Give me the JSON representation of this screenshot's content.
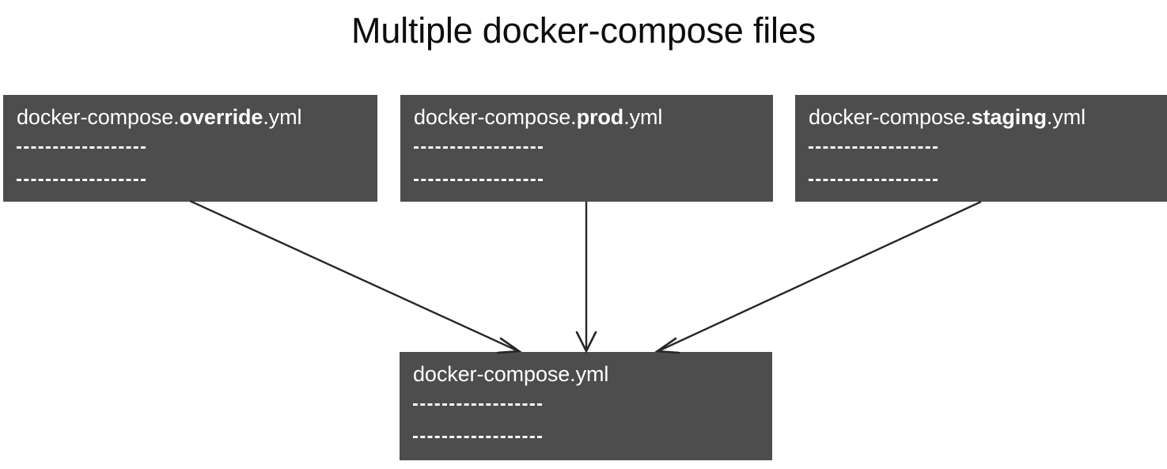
{
  "diagram": {
    "title": "Multiple docker-compose files",
    "background_color": "#ffffff",
    "box_color": "#4d4d4d",
    "box_text_color": "#ffffff",
    "arrow_color": "#262626",
    "title_color": "#0d0d0d"
  },
  "boxes": {
    "override": {
      "prefix": "docker-compose.",
      "emphasis": "override",
      "suffix": ".yml",
      "full_text": "docker-compose.override.yml",
      "line1": "------------",
      "line2": "------------"
    },
    "prod": {
      "prefix": "docker-compose.",
      "emphasis": "prod",
      "suffix": ".yml",
      "full_text": "docker-compose.prod.yml",
      "line1": "------------",
      "line2": "------------"
    },
    "staging": {
      "prefix": "docker-compose.",
      "emphasis": "staging",
      "suffix": ".yml",
      "full_text": "docker-compose.staging.yml",
      "line1": "------------",
      "line2": "------------"
    },
    "base": {
      "prefix": "docker-compose.yml",
      "emphasis": "",
      "suffix": "",
      "full_text": "docker-compose.yml",
      "line1": "------------",
      "line2": "------------"
    }
  },
  "arrows": [
    {
      "name": "override-to-base",
      "from": "override",
      "to": "base"
    },
    {
      "name": "prod-to-base",
      "from": "prod",
      "to": "base"
    },
    {
      "name": "staging-to-base",
      "from": "staging",
      "to": "base"
    }
  ]
}
